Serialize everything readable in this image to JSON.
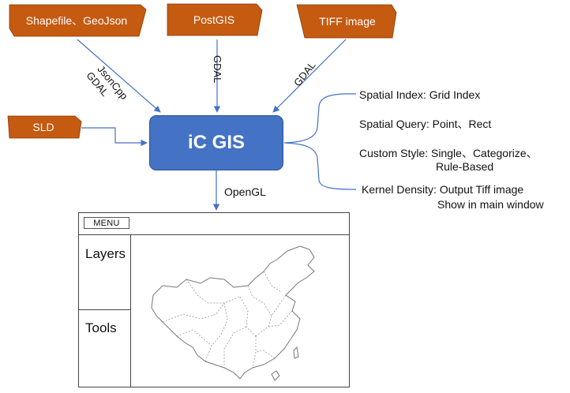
{
  "sources": [
    {
      "id": "shapefile",
      "label": "Shapefile、GeoJson",
      "color": "#c55a11"
    },
    {
      "id": "postgis",
      "label": "PostGIS",
      "color": "#c55a11"
    },
    {
      "id": "tiff",
      "label": "TIFF image",
      "color": "#c55a11"
    },
    {
      "id": "sld",
      "label": "SLD",
      "color": "#c55a11"
    }
  ],
  "core": {
    "title": "iC GIS",
    "color": "#4472c4"
  },
  "edge_labels": {
    "shapefile_a": "JsonCpp",
    "shapefile_b": "GDAL",
    "postgis": "GDAL",
    "tiff": "GDAL",
    "output": "OpenGL"
  },
  "features": [
    {
      "name": "Spatial Index:",
      "value": "Grid Index"
    },
    {
      "name": "Spatial Query:",
      "value": "Point、Rect"
    },
    {
      "name": "Custom Style:",
      "value": "Single、Categorize、",
      "value2": "Rule-Based"
    },
    {
      "name": "Kernel Density:",
      "value": "Output Tiff image",
      "value2": "Show in main window"
    }
  ],
  "window": {
    "menu_label": "MENU",
    "layers_label": "Layers",
    "tools_label": "Tools",
    "map_icon": "china-map-icon"
  },
  "colors": {
    "arrow": "#4472c4",
    "source_fill": "#c55a11",
    "core_fill": "#4472c4"
  }
}
